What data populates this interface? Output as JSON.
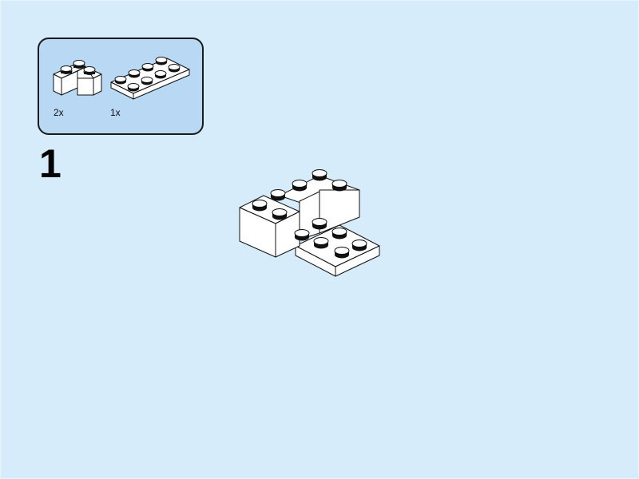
{
  "page": {
    "background_color": "#d6ecfb"
  },
  "parts_box": {
    "background_color": "#b8d8f4",
    "parts": [
      {
        "name": "corner-brick-2x2",
        "quantity": "2x"
      },
      {
        "name": "plate-2x4",
        "quantity": "1x"
      }
    ]
  },
  "step": {
    "number": "1"
  },
  "model": {
    "description": "Assembled model: two corner bricks on a 2x4 plate"
  }
}
